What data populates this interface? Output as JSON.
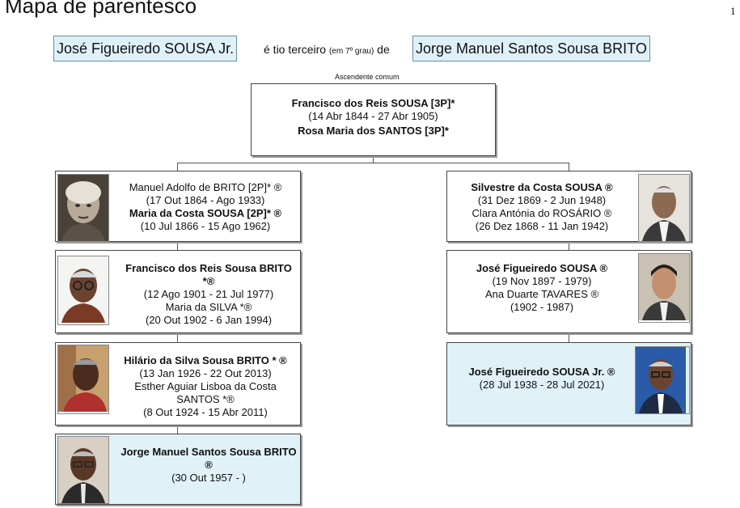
{
  "page": {
    "title": "Mapa de parentesco",
    "page_number": "1"
  },
  "relationship": {
    "person_a": "José Figueiredo SOUSA Jr.",
    "text_main": "é tio terceiro",
    "text_small": "(em 7º grau)",
    "text_de": "de",
    "person_b": "Jorge Manuel Santos Sousa BRITO"
  },
  "common_ancestor": {
    "label": "Ascendente comum",
    "name1": "Francisco dos Reis SOUSA [3P]*",
    "dates1": "(14 Abr 1844 - 27 Abr 1905)",
    "name2": "Rosa Maria dos SANTOS [3P]*"
  },
  "left_branch": [
    {
      "name1": "Manuel Adolfo de BRITO [2P]* ®",
      "dates1": "(17 Out 1864 - Ago 1933)",
      "name2": "Maria da Costa SOUSA [2P]* ®",
      "dates2": "(10 Jul 1866 - 15 Ago 1962)",
      "photo_icon": "elderly-woman-portrait"
    },
    {
      "name1": "Francisco dos Reis Sousa BRITO *®",
      "dates1": "(12 Ago 1901 - 21 Jul 1977)",
      "name2": "Maria da SILVA *®",
      "dates2": "(20 Out 1902 - 6 Jan 1994)",
      "photo_icon": "elderly-man-glasses-portrait"
    },
    {
      "name1": "Hilário da Silva Sousa BRITO * ®",
      "dates1": "(13 Jan 1926 - 22 Out 2013)",
      "name2": "Esther Aguiar Lisboa da Costa SANTOS *®",
      "dates2": "(8 Out 1924 - 15 Abr 2011)",
      "photo_icon": "man-portrait"
    },
    {
      "name1": "Jorge Manuel Santos Sousa BRITO ®",
      "dates1": "(30 Out 1957 -            )",
      "photo_icon": "man-glasses-portrait"
    }
  ],
  "right_branch": [
    {
      "name1": "Silvestre da Costa SOUSA ®",
      "dates1": "(31 Dez 1869 - 2 Jun 1948)",
      "name2": "Clara Antónia do ROSÁRIO ®",
      "dates2": "(26 Dez 1868 - 11 Jan 1942)",
      "photo_icon": "elderly-man-portrait"
    },
    {
      "name1": "José Figueiredo SOUSA ®",
      "dates1": "(19 Nov 1897 - 1979)",
      "name2": "Ana Duarte TAVARES ®",
      "dates2": "(1902 - 1987)",
      "photo_icon": "young-man-portrait"
    },
    {
      "name1": "José Figueiredo SOUSA Jr. ®",
      "dates1": "(28 Jul 1938 - 28 Jul 2021)",
      "photo_icon": "man-suit-glasses-portrait"
    }
  ],
  "colors": {
    "highlight": "#e0f2f8",
    "border": "#444444"
  }
}
